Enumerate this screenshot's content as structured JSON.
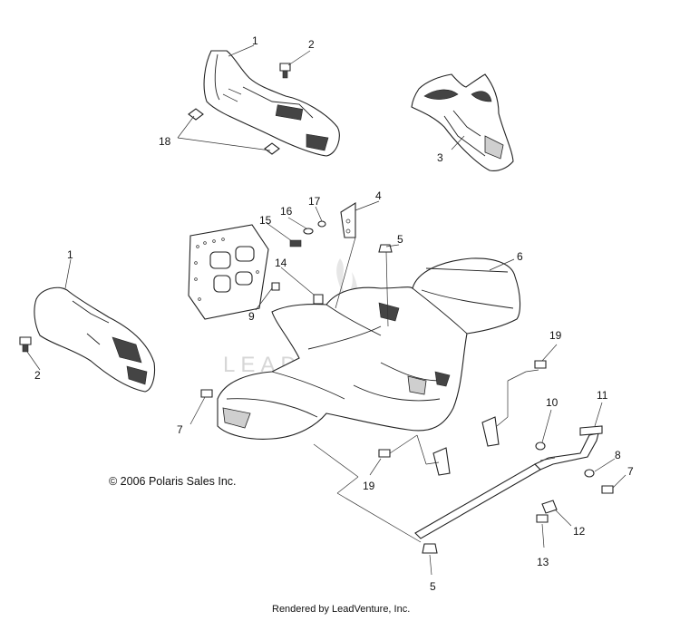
{
  "callouts": {
    "c1a": "1",
    "c2a": "2",
    "c18": "18",
    "c3": "3",
    "c4": "4",
    "c17": "17",
    "c16": "16",
    "c15": "15",
    "c5a": "5",
    "c6": "6",
    "c14": "14",
    "c9": "9",
    "c1b": "1",
    "c2b": "2",
    "c7a": "7",
    "c19a": "19",
    "c10": "10",
    "c11": "11",
    "c8": "8",
    "c7b": "7",
    "c19b": "19",
    "c12": "12",
    "c13": "13",
    "c5b": "5"
  },
  "copyright": "© 2006 Polaris Sales Inc.",
  "watermark": "LEADVENTURE",
  "footer": "Rendered by LeadVenture, Inc."
}
